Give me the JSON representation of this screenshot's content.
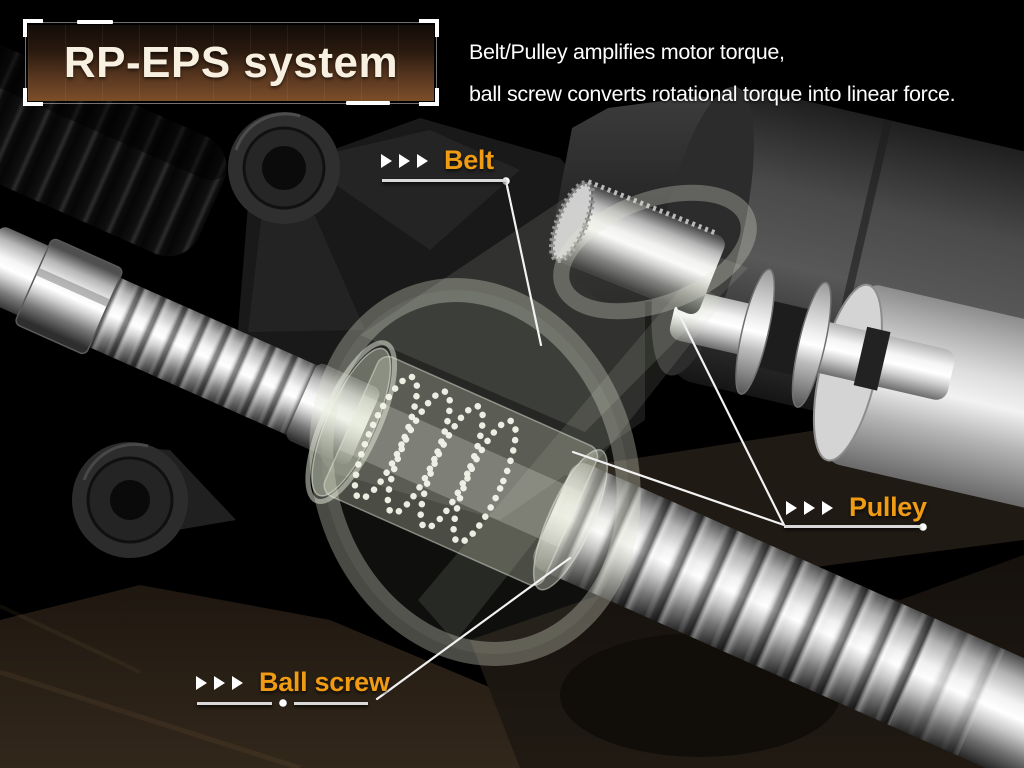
{
  "header": {
    "title": "RP-EPS system",
    "description_line1": "Belt/Pulley amplifies motor torque,",
    "description_line2": "ball screw converts rotational torque into linear force."
  },
  "labels": {
    "belt": "Belt",
    "pulley": "Pulley",
    "ball_screw": "Ball screw"
  },
  "colors": {
    "background": "#000000",
    "label_accent": "#EF9B13",
    "label_marker": "#FFFFFF",
    "label_underline": "#D9D9D9",
    "leader_line": "#F2F2F2",
    "title_text": "#F8F1E2",
    "title_panel_top": "#120C07",
    "title_panel_bottom": "#7C4E2A",
    "description_text": "#FDFDFD",
    "belt_translucent": "#D8DEC6",
    "metal_highlight": "#F5F5F5"
  }
}
